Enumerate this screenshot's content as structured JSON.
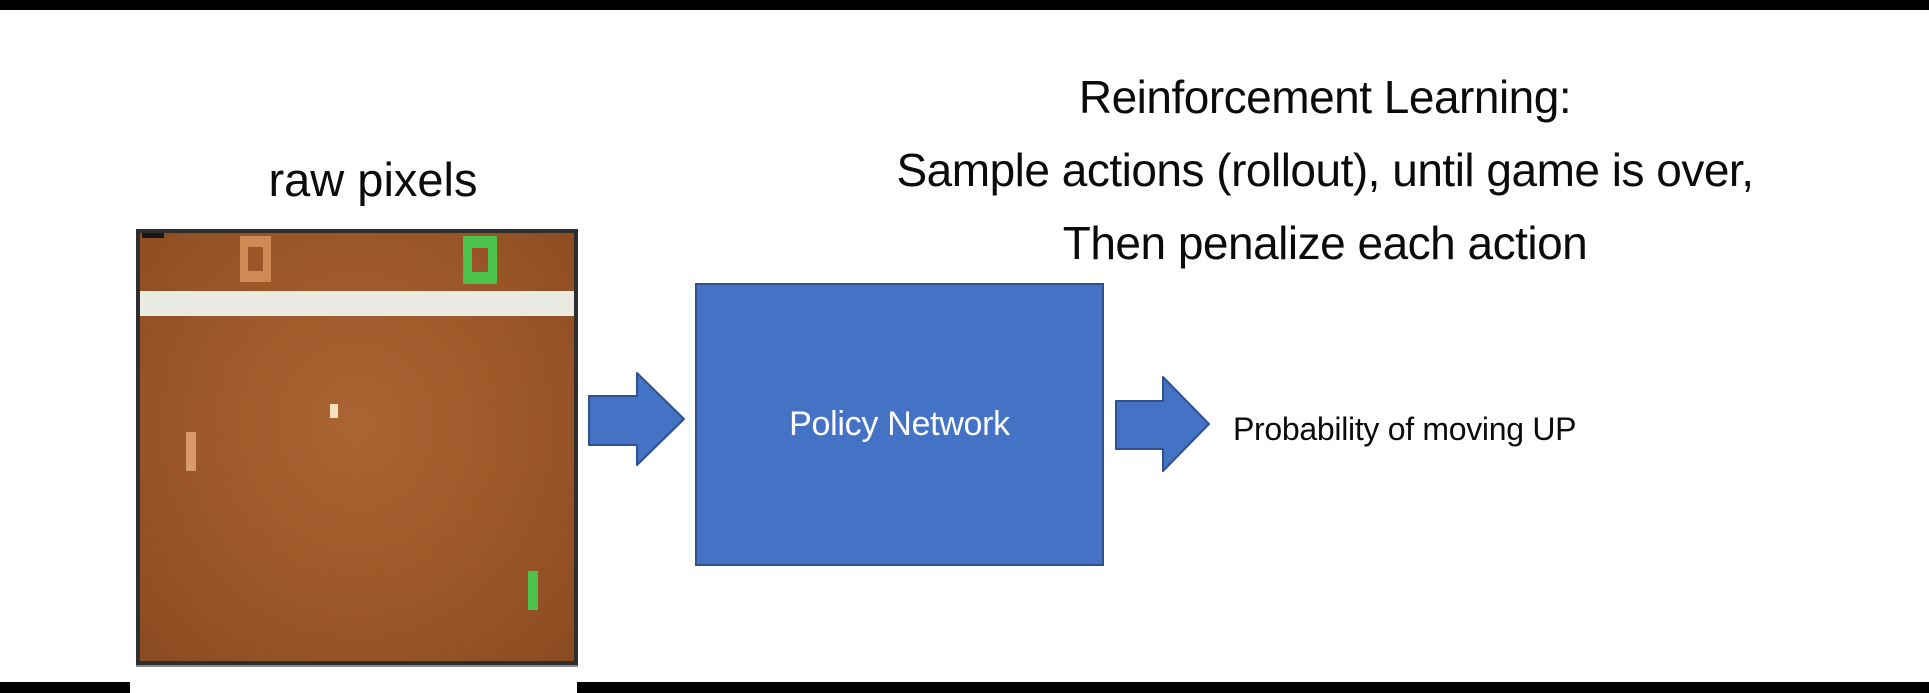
{
  "headline": {
    "line1": "Reinforcement Learning:",
    "line2": "Sample actions (rollout), until game is over,",
    "line3": "Then penalize each action"
  },
  "raw_pixels_caption": "raw pixels",
  "policy_box": {
    "label": "Policy Network",
    "fill_color": "#4472C4",
    "border_color": "#2F528F",
    "text_color": "#FFFFFF"
  },
  "output_caption": "Probability of moving UP",
  "arrows": {
    "fill_color": "#4472C4",
    "border_color": "#2F528F"
  },
  "game_screen": {
    "left_score": "0",
    "right_score": "0",
    "field_color": "#9C5728",
    "frame_color": "#2E2E2E",
    "center_band_color": "#ECEBE3",
    "left_player_color": "#D08A58",
    "right_player_color": "#4CC24C",
    "ball_color": "#F3E2C0"
  },
  "screen_edge_bars_color": "#000000"
}
